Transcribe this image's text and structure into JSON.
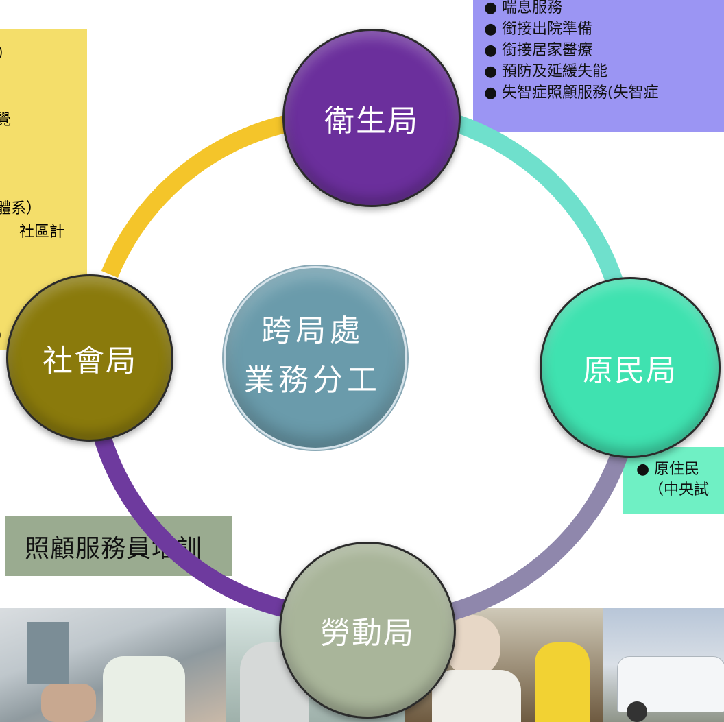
{
  "colors": {
    "health": "#6b2f9c",
    "social": "#8a7a0c",
    "indigenous": "#3fe2b0",
    "labor": "#a9b59a",
    "center": "#6a9bab",
    "health_box": "#9b95f3",
    "social_box": "#f4de6a",
    "indigenous_box": "#6ff0c4",
    "labor_label": "#9aab90"
  },
  "center": {
    "line1": "跨局處",
    "line2": "業務分工"
  },
  "nodes": {
    "health": "衛生局",
    "social": "社會局",
    "indigenous": "原民局",
    "labor": "勞動局"
  },
  "health_box": {
    "items": [
      "喘息服務",
      "銜接出院準備",
      "銜接居家醫療",
      "預防及延緩失能",
      "失智症照顧服務(失智症"
    ]
  },
  "social_box": {
    "fragments": [
      "）",
      "覺",
      "體系）",
      "社區計",
      "）"
    ]
  },
  "indigenous_box": {
    "line1": "原住民",
    "line2": "（中央試"
  },
  "labor_label": "照顧服務員培訓"
}
